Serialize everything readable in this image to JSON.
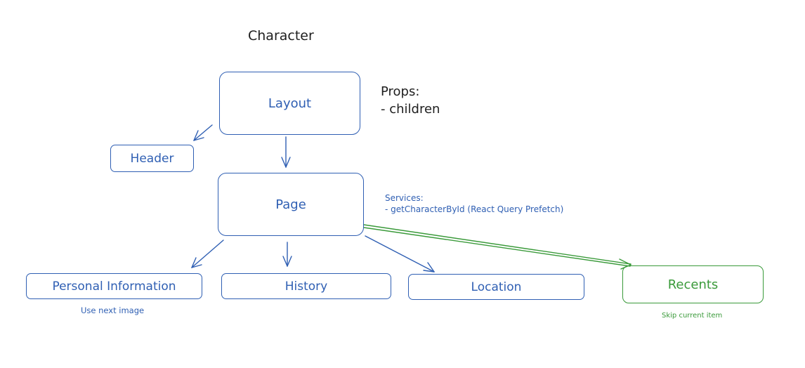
{
  "title": "Character",
  "nodes": {
    "layout": "Layout",
    "header": "Header",
    "page": "Page",
    "personal_information": "Personal Information",
    "history": "History",
    "location": "Location",
    "recents": "Recents"
  },
  "props": {
    "heading": "Props:",
    "items": [
      "- children"
    ]
  },
  "services": {
    "heading": "Services:",
    "items": [
      "- getCharacterById (React Query Prefetch)"
    ]
  },
  "notes": {
    "personal_information": "Use next image",
    "recents": "Skip current item"
  },
  "colors": {
    "blue": "#2f5fb3",
    "green": "#3a9a3a",
    "text": "#1e1e1e"
  }
}
